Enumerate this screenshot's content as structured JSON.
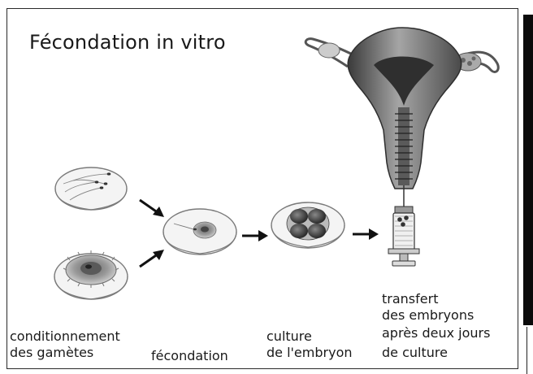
{
  "title": "Fécondation in vitro",
  "labels": {
    "conditioning_line1": "conditionnement",
    "conditioning_line2": "des gamètes",
    "fertilization": "fécondation",
    "culture_line1": "culture",
    "culture_line2": "de l'embryon",
    "transfer_line1": "transfert",
    "transfer_line2": "des embryons",
    "transfer_line3": "après deux jours",
    "transfer_line4": "de culture"
  },
  "colors": {
    "ink": "#1a1a1a",
    "dish_outline": "#7a7a7a",
    "uterus_dark": "#3a3a3a",
    "uterus_mid": "#8a8a8a",
    "embryo_dark": "#2b2b2b",
    "sidebar_bar": "#0b0b0b"
  },
  "icons": [
    "sperm-dish-icon",
    "egg-dish-icon",
    "fertilization-dish-icon",
    "embryo-dish-icon",
    "syringe-icon",
    "uterus-icon",
    "arrow-icon"
  ]
}
